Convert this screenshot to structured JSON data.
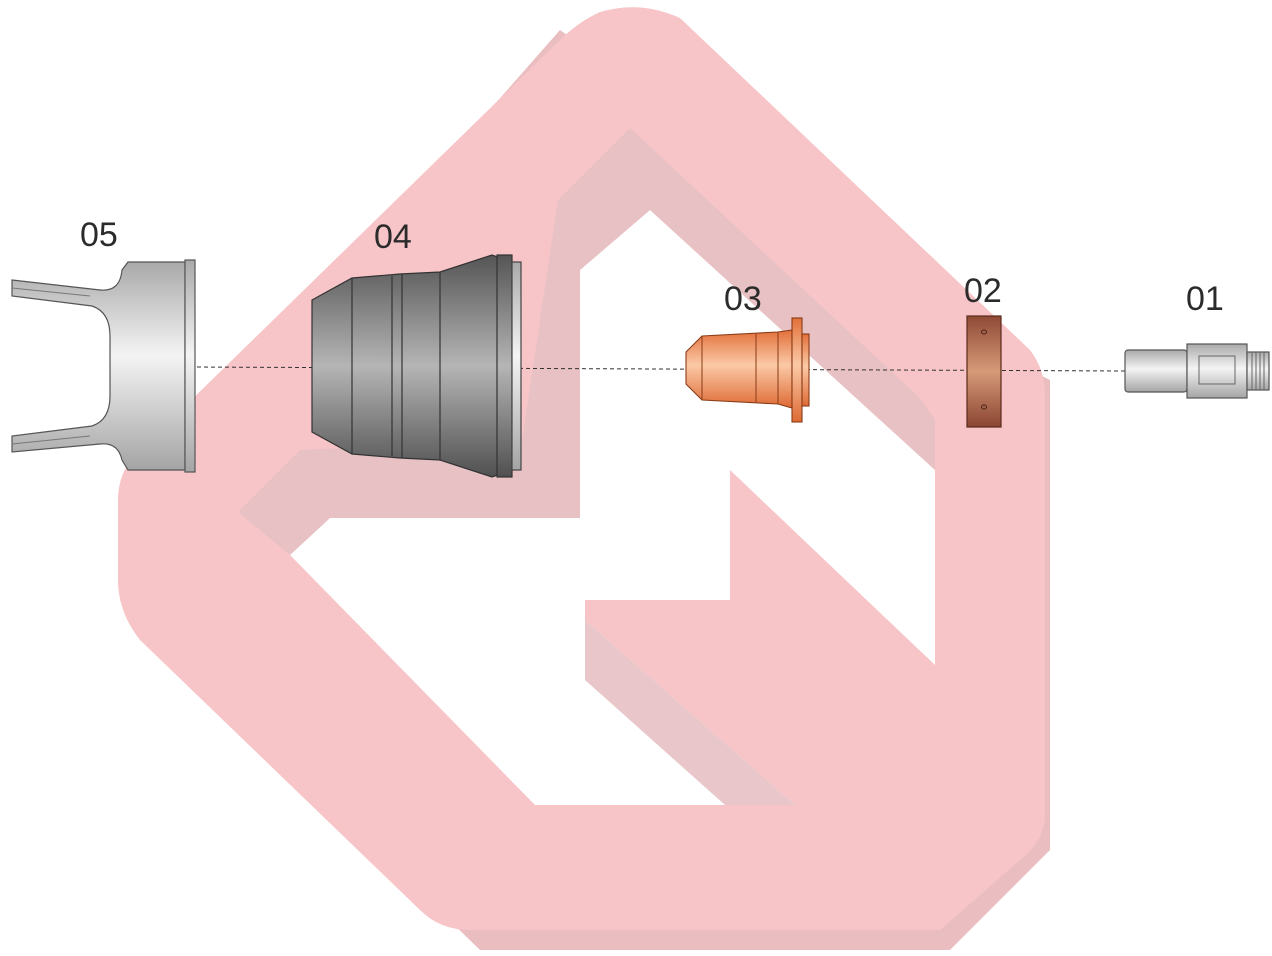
{
  "diagram": {
    "parts": [
      {
        "id": "05",
        "label": "05",
        "name": "shield-cap",
        "color": "#cfcfcf"
      },
      {
        "id": "04",
        "label": "04",
        "name": "retaining-cap",
        "color": "#8a8a8a"
      },
      {
        "id": "03",
        "label": "03",
        "name": "nozzle",
        "color": "#f09058"
      },
      {
        "id": "02",
        "label": "02",
        "name": "swirl-ring",
        "color": "#b06a50"
      },
      {
        "id": "01",
        "label": "01",
        "name": "electrode",
        "color": "#d2d2d2"
      }
    ],
    "watermark_color": "#f08a8e"
  }
}
